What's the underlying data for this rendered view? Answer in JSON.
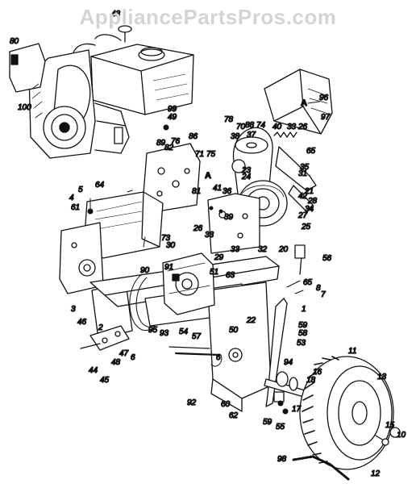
{
  "watermark": "AppliancePartsPros.com",
  "section_letter": "A",
  "part_labels": [
    "43",
    "80",
    "99",
    "49",
    "100",
    "96",
    "97",
    "78",
    "70",
    "88",
    "74",
    "40",
    "33",
    "26",
    "65",
    "89",
    "76",
    "82",
    "86",
    "71",
    "75",
    "38",
    "37",
    "23",
    "24",
    "35",
    "31",
    "64",
    "81",
    "41",
    "36",
    "21",
    "42",
    "28",
    "34",
    "27",
    "25",
    "5",
    "4",
    "61",
    "26",
    "33",
    "39",
    "73",
    "32",
    "20",
    "30",
    "29",
    "33",
    "56",
    "91",
    "90",
    "51",
    "63",
    "65",
    "8",
    "7",
    "3",
    "1",
    "95",
    "93",
    "54",
    "57",
    "50",
    "22",
    "46",
    "2",
    "6",
    "59",
    "58",
    "53",
    "6",
    "11",
    "47",
    "48",
    "44",
    "45",
    "16",
    "18",
    "94",
    "13",
    "92",
    "60",
    "17",
    "62",
    "59",
    "55",
    "15",
    "10",
    "12",
    "98"
  ]
}
